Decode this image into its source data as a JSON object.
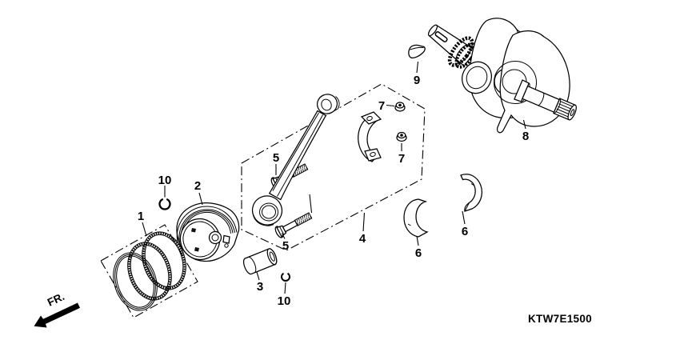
{
  "diagram_code": "KTW7E1500",
  "orientation": {
    "label": "FR."
  },
  "callouts": {
    "c1": "1",
    "c2": "2",
    "c3": "3",
    "c4": "4",
    "c5a": "5",
    "c5b": "5",
    "c6a": "6",
    "c6b": "6",
    "c7a": "7",
    "c7b": "7",
    "c8": "8",
    "c9": "9",
    "c10a": "10",
    "c10b": "10"
  }
}
